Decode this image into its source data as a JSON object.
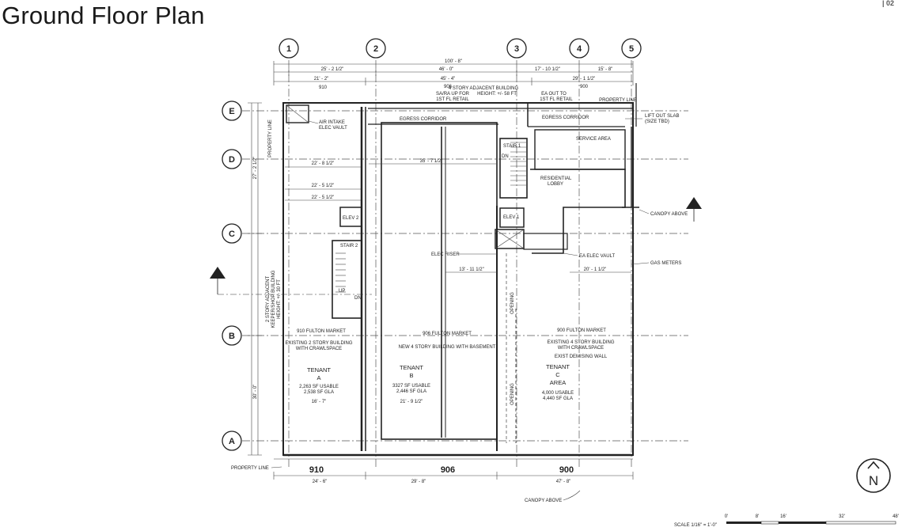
{
  "page": {
    "title": "Ground Floor Plan",
    "page_number": "| 02"
  },
  "grid": {
    "columns": [
      "1",
      "2",
      "3",
      "4",
      "5"
    ],
    "rows": [
      "E",
      "D",
      "C",
      "B",
      "A"
    ]
  },
  "dimensions": {
    "overall": "100' - 8\"",
    "col12": "25' - 2 1/2\"",
    "col23": "46' - 0\"",
    "col34": "17' - 10 1/2\"",
    "col45": "15' - 8\"",
    "bld910": "21' - 2\"",
    "bld906": "45' - 4\"",
    "bld900": "29' - 1 1/2\"",
    "row_upper": "27' - 2 1/2\"",
    "row_lower": "30' - 0\"",
    "bottom910": "24' - 6\"",
    "bottom906": "29' - 8\"",
    "bottom900": "47' - 8\"",
    "d1": "22' - 8 1/2\"",
    "d2": "22' - 5 1/2\"",
    "d3": "22' - 5 1/2\"",
    "d4": "35' - 7 1/2\"",
    "d5": "13' - 11 1/2\"",
    "d6": "20' - 1 1/2\""
  },
  "labels": {
    "num910": "910",
    "num906": "906",
    "num900": "900",
    "adjacent_top": "4 STORY ADJACENT BUILDING",
    "adjacent_top_h": "HEIGHT: +/- 58 FT",
    "sa_up": "SA/RA UP FOR",
    "first_fl_retail": "1ST FL RETAIL",
    "ea_out": "EA OUT TO",
    "first_fl_retail_2": "1ST FL RETAIL",
    "property_line": "PROPERTY LINE",
    "air_intake": "AIR INTAKE",
    "elec_vault": "ELEC VAULT",
    "egress_corridor_1": "EGRESS CORRIDOR",
    "egress_corridor_2": "EGRESS CORRIDOR",
    "stair1": "STAIR 1",
    "service_area": "SERVICE AREA",
    "lift_out_slab": "LIFT OUT SLAB",
    "size_tbd": "(SIZE TBD)",
    "residential_lobby_1": "RESIDENTIAL",
    "residential_lobby_2": "LOBBY",
    "elev1": "ELEV 1",
    "elev2": "ELEV 2",
    "stair2": "STAIR 2",
    "canopy_above": "CANOPY ABOVE",
    "elec_riser": "ELEC RISER",
    "ea_elec_vault": "EA ELEC VAULT",
    "gas_meters": "GAS METERS",
    "adj_left_1": "2 STORY ADJACENT",
    "adj_left_2": "KEEPER/SHOP BUILDING",
    "adj_left_3": "HEIGHT: +/- 30 FT",
    "fulton910": "910 FULTON MARKET",
    "fulton906": "906 FULTON MARKET",
    "fulton900": "900 FULTON MARKET",
    "existing2": "EXISTING 2 STORY BUILDING",
    "crawlspace": "WITH CRAWLSPACE",
    "new4": "NEW 4 STORY BUILDING WITH BASEMENT",
    "existing4": "EXISTING 4 STORY BUILDING",
    "crawlspace2": "WITH CRAWLSPACE",
    "demising_wall": "EXIST DEMISING WALL",
    "tenant": "TENANT",
    "tenant_a": "A",
    "tenant_b": "B",
    "tenant_c": "C",
    "area": "AREA",
    "a_usable": "2,263 SF USABLE",
    "a_gla": "2,538 SF GLA",
    "b_usable": "3327 SF USABLE",
    "b_gla": "2,446 SF GLA",
    "c_usable": "4,000 USABLE",
    "c_gla": "4,440 SF GLA",
    "up": "UP",
    "dn": "DN",
    "canopy_bottom": "CANOPY ABOVE",
    "property_line_bottom": "PROPERTY LINE",
    "opening": "OPENING",
    "a_dim": "16' - 7\"",
    "b_dim": "21' - 9 1/2\""
  },
  "scale": {
    "label": "SCALE 1/16\" = 1'-0\"",
    "ticks": [
      "0'",
      "8'",
      "16'",
      "32'",
      "48'"
    ]
  },
  "north": {
    "letter": "N"
  }
}
